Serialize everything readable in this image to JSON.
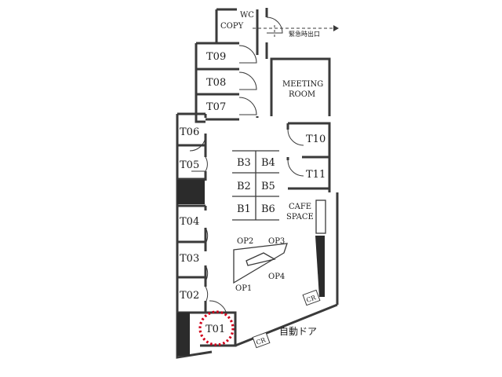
{
  "rooms": {
    "wc": "WC",
    "copy": "COPY",
    "emergency_exit": "緊急時出口",
    "t09": "T09",
    "t08": "T08",
    "t07": "T07",
    "meeting_room_line1": "MEETING",
    "meeting_room_line2": "ROOM",
    "t06": "T06",
    "t05": "T05",
    "t04": "T04",
    "t03": "T03",
    "t02": "T02",
    "t01": "T01",
    "t10": "T10",
    "t11": "T11",
    "cafe_line1": "CAFE",
    "cafe_line2": "SPACE"
  },
  "booths": {
    "b3": "B3",
    "b4": "B4",
    "b2": "B2",
    "b5": "B5",
    "b1": "B1",
    "b6": "B6"
  },
  "open_seats": {
    "op1": "OP1",
    "op2": "OP2",
    "op3": "OP3",
    "op4": "OP4"
  },
  "marks": {
    "cr_right": "CR",
    "cr_bottom": "CR",
    "auto_door": "自動ドア"
  },
  "colors": {
    "wall": "#3a3a3a",
    "fill_dark": "#2b2b2b",
    "highlight_circle": "#d0021b"
  }
}
